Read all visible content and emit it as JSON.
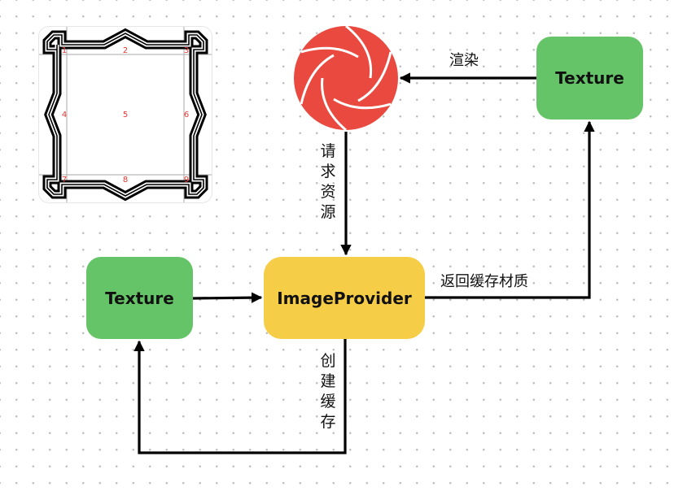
{
  "nodes": {
    "texture_top": "Texture",
    "texture_left": "Texture",
    "image_provider": "ImageProvider"
  },
  "edges": {
    "render": "渲染",
    "request_resource": "请求资源",
    "return_cache": "返回缓存材质",
    "create_cache": "创建缓存"
  },
  "nine_slice_labels": [
    "1",
    "2",
    "3",
    "4",
    "5",
    "6",
    "7",
    "8",
    "9"
  ],
  "icons": {
    "aperture": "aperture-icon"
  },
  "colors": {
    "texture": "#66c468",
    "provider": "#f6cd46",
    "aperture": "#e9493e",
    "grid_numbers": "#e53935"
  }
}
